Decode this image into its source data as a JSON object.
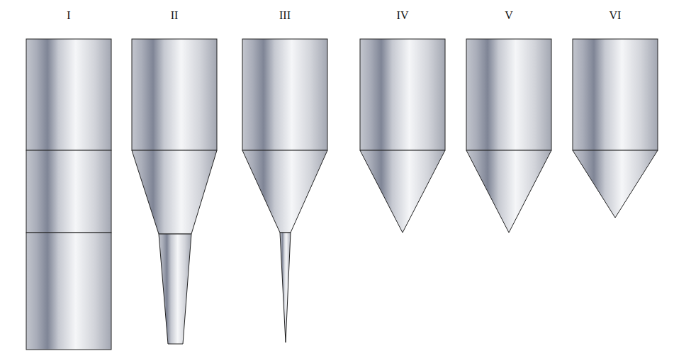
{
  "diagram": {
    "labels": [
      "I",
      "II",
      "III",
      "IV",
      "V",
      "VI"
    ]
  }
}
